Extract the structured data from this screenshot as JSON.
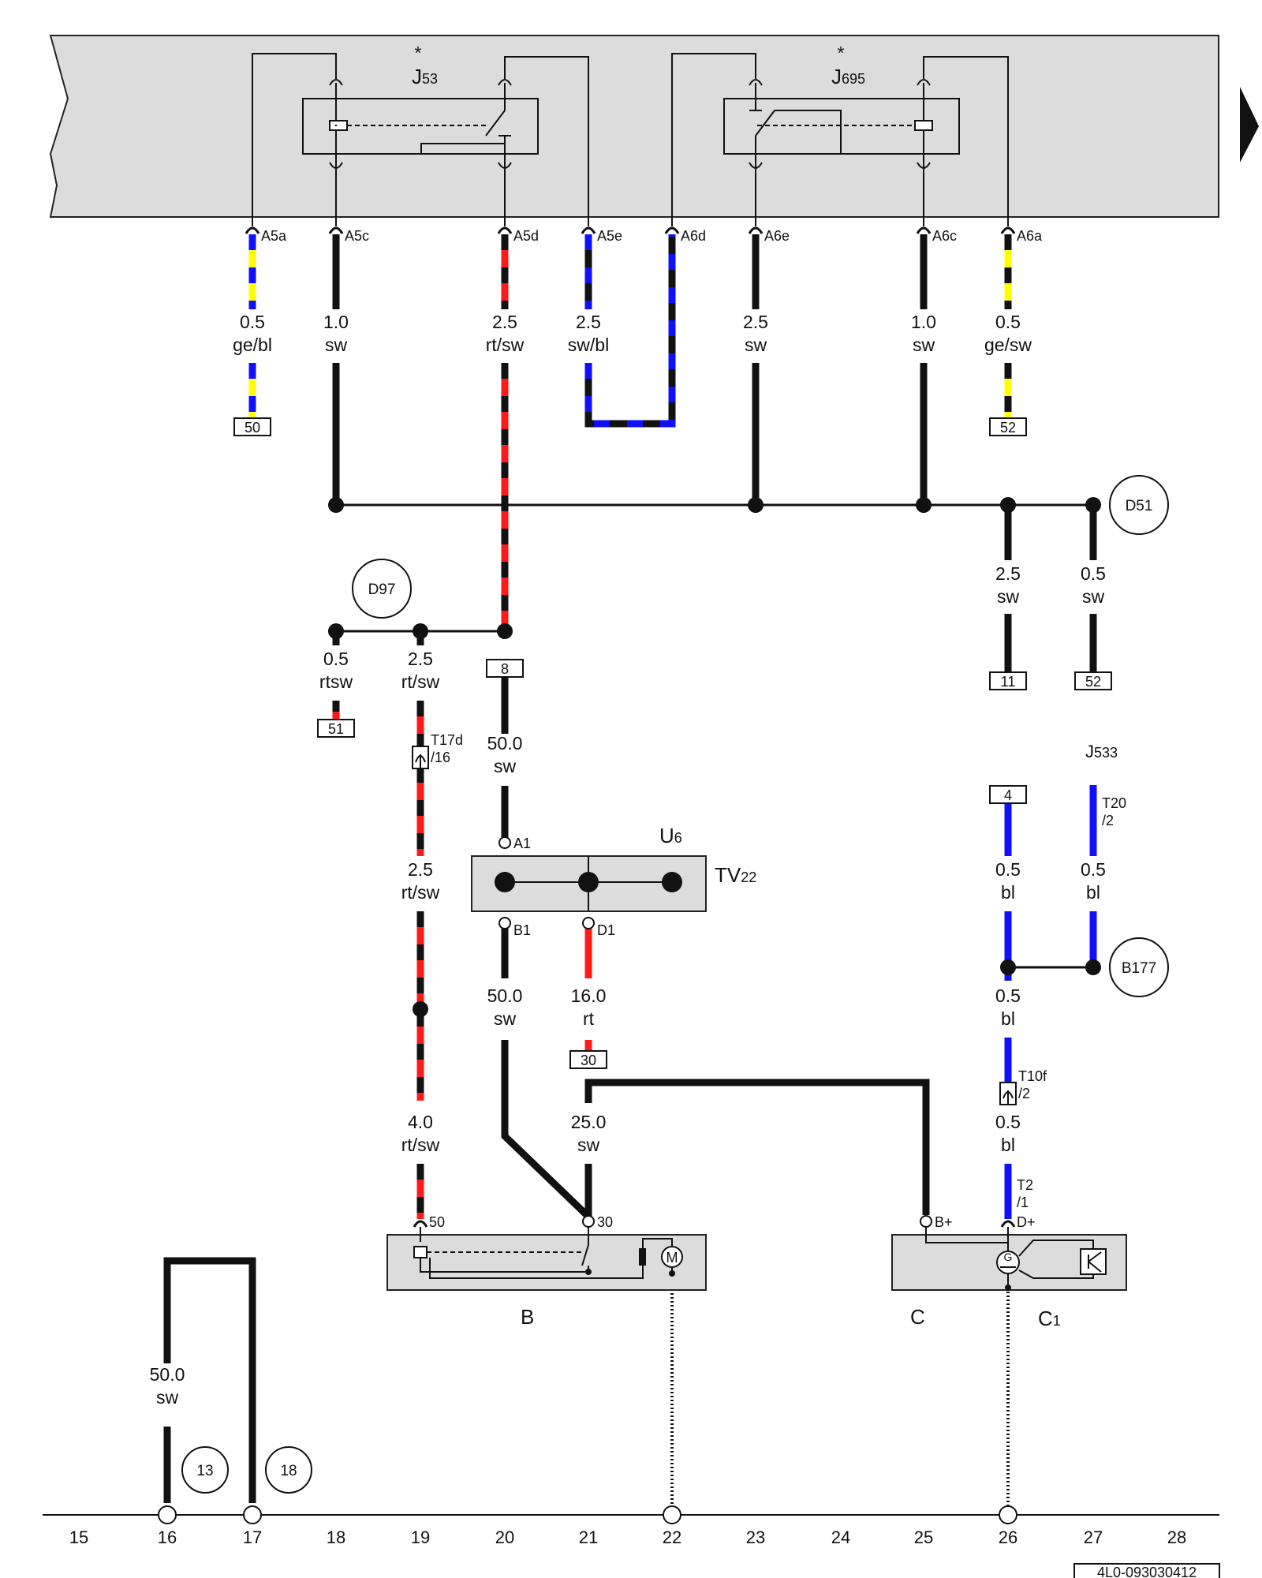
{
  "diagram": {
    "components": {
      "j53": {
        "name": "J",
        "sub": "53",
        "mark": "*"
      },
      "j695": {
        "name": "J",
        "sub": "695",
        "mark": "*"
      },
      "u6": {
        "name": "U",
        "sub": "6"
      },
      "tv22": {
        "name": "TV",
        "sub": "22"
      },
      "j533": {
        "name": "J",
        "sub": "533"
      },
      "b": {
        "name": "B"
      },
      "c": {
        "name": "C"
      },
      "c1": {
        "name": "C",
        "sub": "1"
      }
    },
    "pins": {
      "a5a": "A5a",
      "a5c": "A5c",
      "a5d": "A5d",
      "a5e": "A5e",
      "a6d": "A6d",
      "a6e": "A6e",
      "a6c": "A6c",
      "a6a": "A6a",
      "a1": "A1",
      "b1": "B1",
      "d1": "D1",
      "p50": "50",
      "p30": "30",
      "bplus": "B+",
      "dplus": "D+",
      "t17d": "T17d",
      "t17d_pin": "/16",
      "t20": "T20",
      "t20_pin": "/2",
      "t10f": "T10f",
      "t10f_pin": "/2",
      "t2": "T2",
      "t2_pin": "/1",
      "motor": "M",
      "gen": "G"
    },
    "wire_labels": {
      "w1_size": "0.5",
      "w1_color": "ge/bl",
      "w2_size": "1.0",
      "w2_color": "sw",
      "w3_size": "2.5",
      "w3_color": "rt/sw",
      "w4_size": "2.5",
      "w4_color": "sw/bl",
      "w5_size": "2.5",
      "w5_color": "sw",
      "w6_size": "1.0",
      "w6_color": "sw",
      "w7_size": "0.5",
      "w7_color": "ge/sw",
      "w8_size": "2.5",
      "w8_color": "sw",
      "w9_size": "0.5",
      "w9_color": "sw",
      "w10_size": "0.5",
      "w10_color": "rtsw",
      "w11_size": "2.5",
      "w11_color": "rt/sw",
      "w12_size": "50.0",
      "w12_color": "sw",
      "w13_size": "2.5",
      "w13_color": "rt/sw",
      "w14_size": "50.0",
      "w14_color": "sw",
      "w15_size": "16.0",
      "w15_color": "rt",
      "w16_size": "4.0",
      "w16_color": "rt/sw",
      "w17_size": "25.0",
      "w17_color": "sw",
      "w18_size": "0.5",
      "w18_color": "bl",
      "w19_size": "0.5",
      "w19_color": "bl",
      "w20_size": "0.5",
      "w20_color": "bl",
      "w21_size": "0.5",
      "w21_color": "bl",
      "w22_size": "50.0",
      "w22_color": "sw"
    },
    "connections": {
      "c50": "50",
      "c52a": "52",
      "c8": "8",
      "c51": "51",
      "c11": "11",
      "c52b": "52",
      "c4": "4",
      "c30": "30"
    },
    "ground_points": {
      "d51": "D51",
      "d97": "D97",
      "b177": "B177",
      "g13": "13",
      "g18": "18"
    },
    "scale": [
      "15",
      "16",
      "17",
      "18",
      "19",
      "20",
      "21",
      "22",
      "23",
      "24",
      "25",
      "26",
      "27",
      "28"
    ],
    "doc_number": "4L0-093030412",
    "colors": {
      "black": "#111111",
      "red": "#ff1a1a",
      "blue": "#1010ff",
      "yellow": "#ffff00",
      "grey": "#dcdcdc"
    }
  }
}
